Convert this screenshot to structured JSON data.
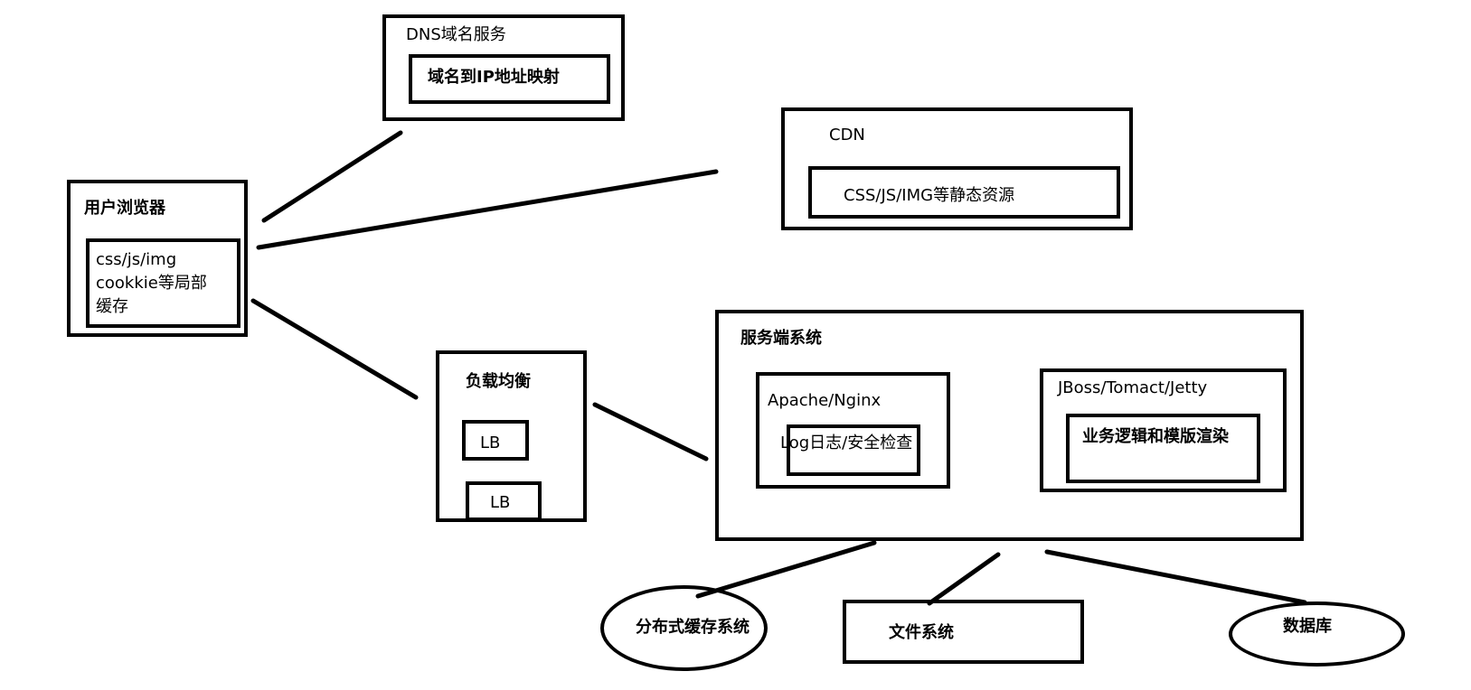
{
  "colors": {
    "stroke": "#000000",
    "background": "#ffffff"
  },
  "browser": {
    "title": "用户浏览器",
    "cache_line1": "css/js/img",
    "cache_line2": "cookkie等局部",
    "cache_line3": "缓存"
  },
  "dns": {
    "title": "DNS域名服务",
    "mapping": "域名到IP地址映射"
  },
  "cdn": {
    "title": "CDN",
    "resources": "CSS/JS/IMG等静态资源"
  },
  "lb": {
    "title": "负载均衡",
    "node1": "LB",
    "node2": "LB"
  },
  "server": {
    "title": "服务端系统",
    "web_server": "Apache/Nginx",
    "web_sub": "Log日志/安全检查",
    "app_server": "JBoss/Tomact/Jetty",
    "app_sub": "业务逻辑和模版渲染"
  },
  "storage": {
    "cache": "分布式缓存系统",
    "files": "文件系统",
    "database": "数据库"
  }
}
